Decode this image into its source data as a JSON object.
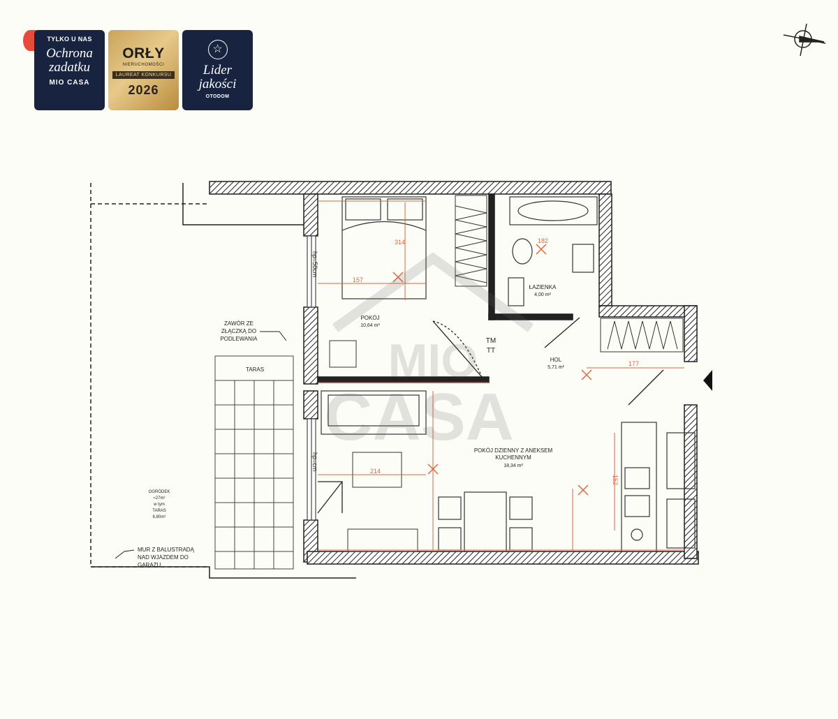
{
  "badges": {
    "ochrona": {
      "top": "TYLKO U NAS",
      "line1": "Ochrona",
      "line2": "zadatku",
      "logo": "MIO CASA"
    },
    "orly": {
      "title": "ORŁY",
      "sub": "NIERUCHOMOŚCI",
      "laureat": "LAUREAT KONKURSU",
      "year": "2026"
    },
    "lider": {
      "line1": "Lider",
      "line2": "jakości",
      "sub": "OTODOM"
    }
  },
  "watermark": {
    "line1": "MIO",
    "line2": "CASA"
  },
  "rooms": {
    "pokoj": {
      "name": "POKÓJ",
      "area": "10,64 m²"
    },
    "lazienka": {
      "name": "ŁAZIENKA",
      "area": "4,00 m²"
    },
    "hol": {
      "name": "HOL",
      "area": "5,71 m²"
    },
    "dzienny": {
      "name1": "POKÓJ DZIENNY Z ANEKSEM",
      "name2": "KUCHENNYM",
      "area": "18,34 m²"
    },
    "taras": {
      "name": "TARAS"
    },
    "ogrodek": {
      "name": "OGRÓDEK",
      "area": "≈27m²",
      "note1": "w tym",
      "note2": "TARAS",
      "note3": "6,80m²"
    }
  },
  "annotations": {
    "zawor1": "ZAWÓR ZE",
    "zawor2": "ZŁĄCZKĄ DO",
    "zawor3": "PODLEWANIA",
    "mur1": "MUR Z BALUSTRADĄ",
    "mur2": "NAD WJAZDEM DO",
    "mur3": "GARAŻU",
    "tm": "TM",
    "tt": "TT",
    "hp1": "hp=50cm",
    "hp2": "hp=cm"
  },
  "dimensions": {
    "d1": "314",
    "d2": "157",
    "d3": "177",
    "d4": "182",
    "d5": "214",
    "d6": "152"
  },
  "colors": {
    "wall": "#1e1e1e",
    "dim": "#e0643c",
    "ink": "#222222",
    "background": "#fdfdf8"
  }
}
